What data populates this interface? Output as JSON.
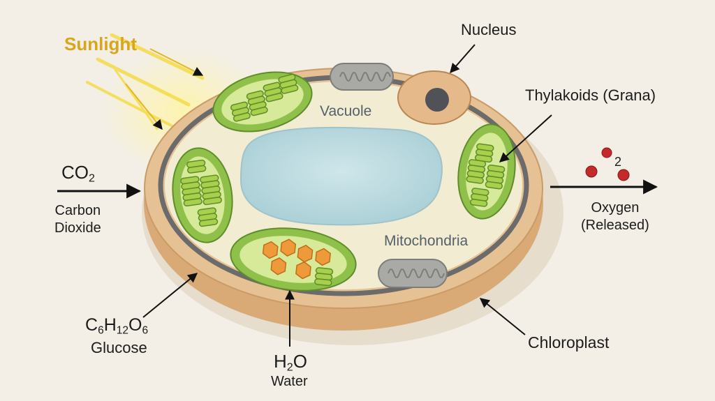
{
  "labels": {
    "sunlight": "Sunlight",
    "nucleus": "Nucleus",
    "thylakoids": "Thylakoids (Grana)",
    "vacuole": "Vacuole",
    "mitochondria": "Mitochondria",
    "chloroplast": "Chloroplast",
    "co2_main": "CO",
    "co2_sub": "2",
    "co2_name_line1": "Carbon",
    "co2_name_line2": "Dioxide",
    "o2_sub": "2",
    "oxygen_line1": "Oxygen",
    "oxygen_line2": "(Released)",
    "glucose_c": "C",
    "glucose_c_sub": "6",
    "glucose_h": "H",
    "glucose_h_sub": "12",
    "glucose_o": "O",
    "glucose_o_sub": "6",
    "glucose_name": "Glucose",
    "water_h": "H",
    "water_h_sub": "2",
    "water_o": "O",
    "water_name": "Water"
  },
  "colors": {
    "background": "#f3efe6",
    "cell_wall": "#e6c194",
    "membrane": "#6b6b6b",
    "cytoplasm": "#f2ecd3",
    "vacuole": "#bcdbe0",
    "chloroplast_outer": "#8fc14a",
    "chloroplast_inner": "#d6ea9a",
    "granum": "#a8d04d",
    "starch": "#ef9a3a",
    "mitochondria": "#a9aaa5",
    "nucleus": "#e5b98a",
    "nucleolus": "#505258",
    "oxygen": "#c42a2a",
    "sunlight": "#d9a51c"
  }
}
